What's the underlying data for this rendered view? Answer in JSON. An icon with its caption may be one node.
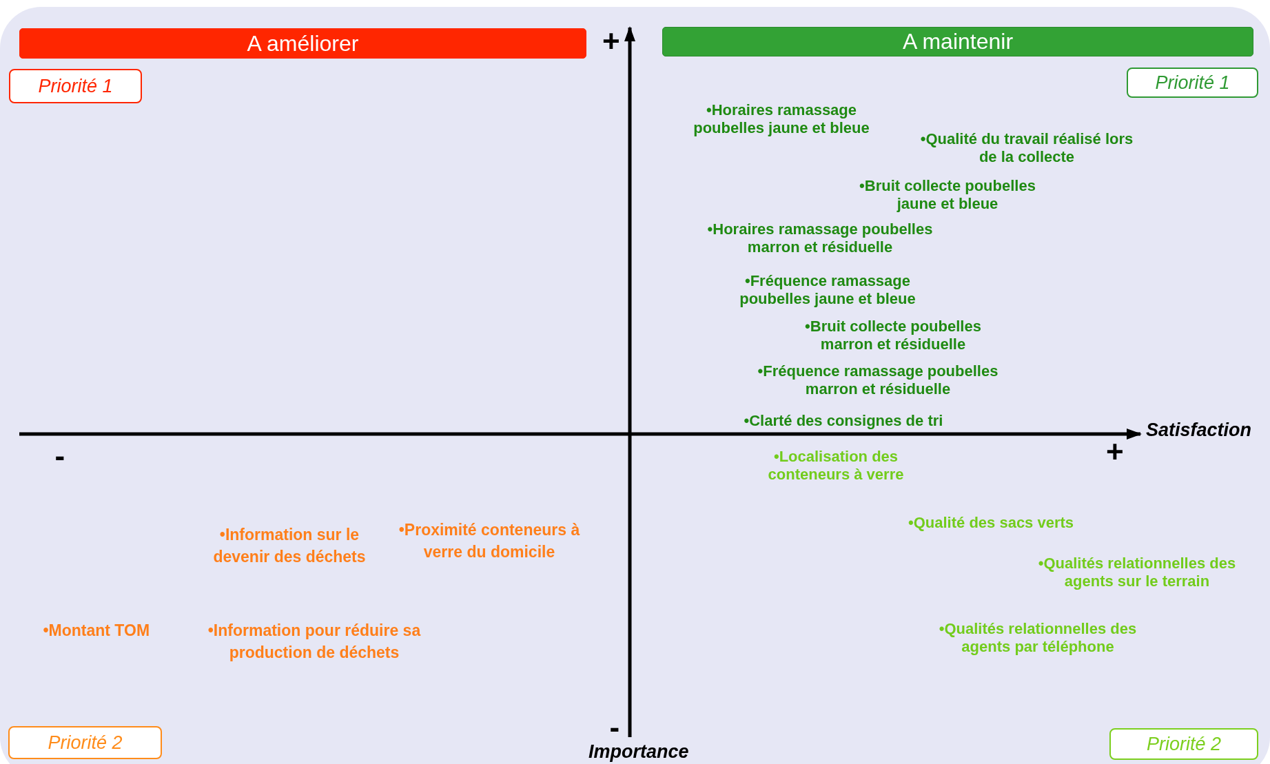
{
  "diagram": {
    "nodes": [
      {
        "text": [
          "A améliorer"
        ]
      },
      {
        "text": [
          "A maintenir"
        ]
      },
      {
        "text": [
          "Priorité 1"
        ]
      },
      {
        "text": [
          "Priorité 1"
        ]
      },
      {
        "text": [
          "Priorité 2"
        ]
      },
      {
        "text": [
          "Priorité 2"
        ]
      }
    ],
    "edges": [],
    "labels": [
      "+",
      "•Horaires ramassage poubelles jaune et bleue",
      "•Qualité du travail réalisé lors de la collecte",
      "•Bruit collecte poubelles jaune et bleue",
      "•Horaires ramassage poubelles marron et résiduelle",
      "•Fréquence ramassage poubelles jaune et bleue",
      "•Bruit collecte poubelles marron et résiduelle",
      "•Fréquence ramassage poubelles marron et résiduelle",
      "•Clarté des consignes de tri",
      "Satisfaction",
      "-",
      "+",
      "•Localisation des conteneurs à verre",
      "•Qualité des sacs verts",
      "•Proximité conteneurs à verre du domicile",
      "•Information sur le devenir des déchets",
      "•Qualités relationnelles des agents sur le terrain",
      "•Montant TOM",
      "•Information pour réduire sa production de déchets",
      "•Qualités relationnelles des agents par téléphone",
      "-",
      "Importance"
    ]
  }
}
